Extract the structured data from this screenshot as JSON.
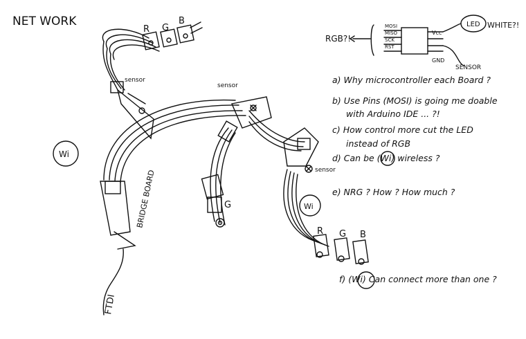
{
  "title": "NET WORK",
  "labels": {
    "r1": "R",
    "g1": "G",
    "b1": "B",
    "sensor_top": "sensor",
    "sensor_mid": "sensor",
    "sensor_right": "sensor",
    "bridge": "BRIDGE BOARD",
    "ftdi": "FTDI",
    "wi_left": "Wi",
    "wi_right": "Wi",
    "g_mid": "G",
    "r2": "R",
    "g2": "G",
    "b2": "B"
  },
  "chip": {
    "left_pins": [
      "MOSI",
      "MISO",
      "SCK",
      "RST"
    ],
    "right_pins": [
      "Vcc",
      "GND"
    ],
    "rgb_label": "RGB?!",
    "led_label": "LED",
    "white_label": "WHITE?!",
    "sensor_label": "SENSOR"
  },
  "notes": [
    "a) Why microcontroller each Board ?",
    "b) Use Pins (MOSI) is going me doable",
    "with Arduino IDE ... ?!",
    "c) How control more cut the LED",
    "instead of RGB",
    "d) Can be (Wi) wireless ?",
    "e) NRG ?  How ?  How much ?",
    "f) (Wi) Can connect more than one ?"
  ]
}
